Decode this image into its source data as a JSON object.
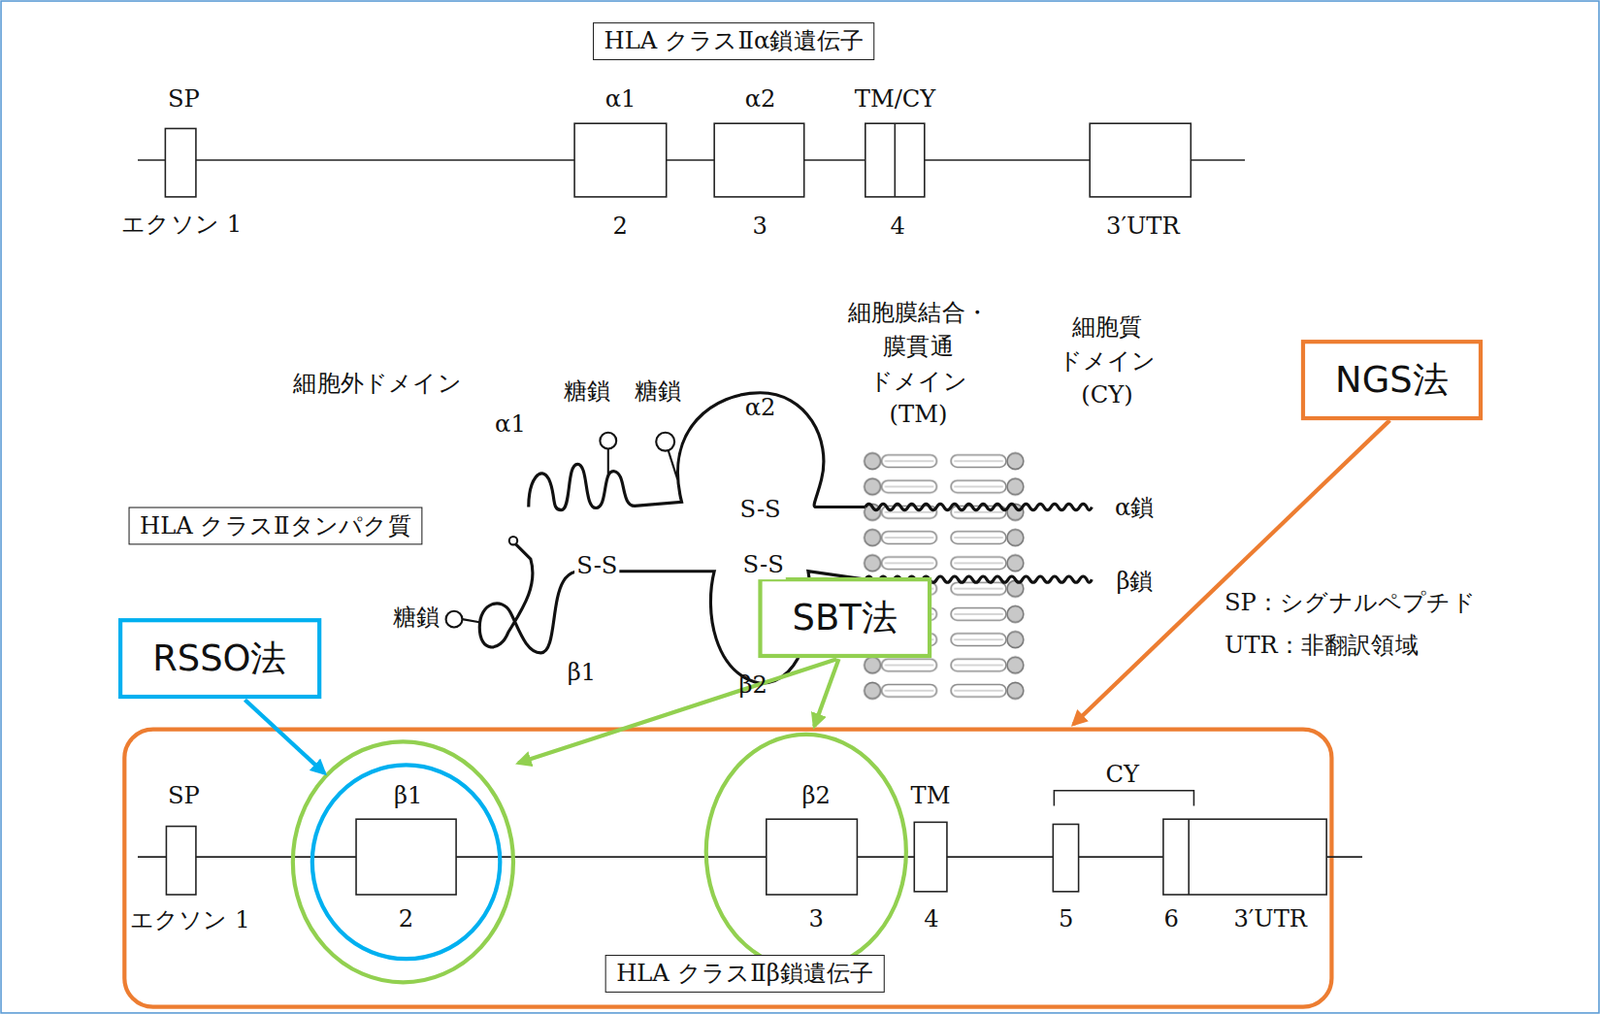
{
  "diagram": {
    "nodes": [
      {
        "text": [
          "HLA クラスⅡα鎖遺伝子"
        ]
      },
      {
        "text": [
          "NGS法"
        ]
      },
      {
        "text": [
          "HLA クラスⅡタンパク質"
        ]
      },
      {
        "text": [
          "SBT法"
        ]
      },
      {
        "text": [
          "RSSO法"
        ]
      },
      {
        "text": [
          "HLA クラスⅡβ鎖遺伝子"
        ]
      }
    ],
    "labels": [
      "SP",
      "α1",
      "α2",
      "TM/CY",
      "エクソン 1",
      "2",
      "3",
      "4",
      "3′UTR",
      "細胞膜結合・ 膜貫通 ドメイン (TM)",
      "細胞質 ドメイン (CY)",
      "細胞外ドメイン",
      "糖鎖",
      "糖鎖",
      "α2",
      "α1",
      "S-S",
      "α鎖",
      "S-S",
      "S-S",
      "β鎖",
      "糖鎖",
      "SP：シグナルペプチド",
      "UTR：非翻訳領域",
      "β1",
      "β2",
      "CY",
      "SP",
      "β1",
      "β2",
      "TM",
      "エクソン 1",
      "2",
      "3",
      "4",
      "5",
      "6",
      "3′UTR"
    ]
  }
}
